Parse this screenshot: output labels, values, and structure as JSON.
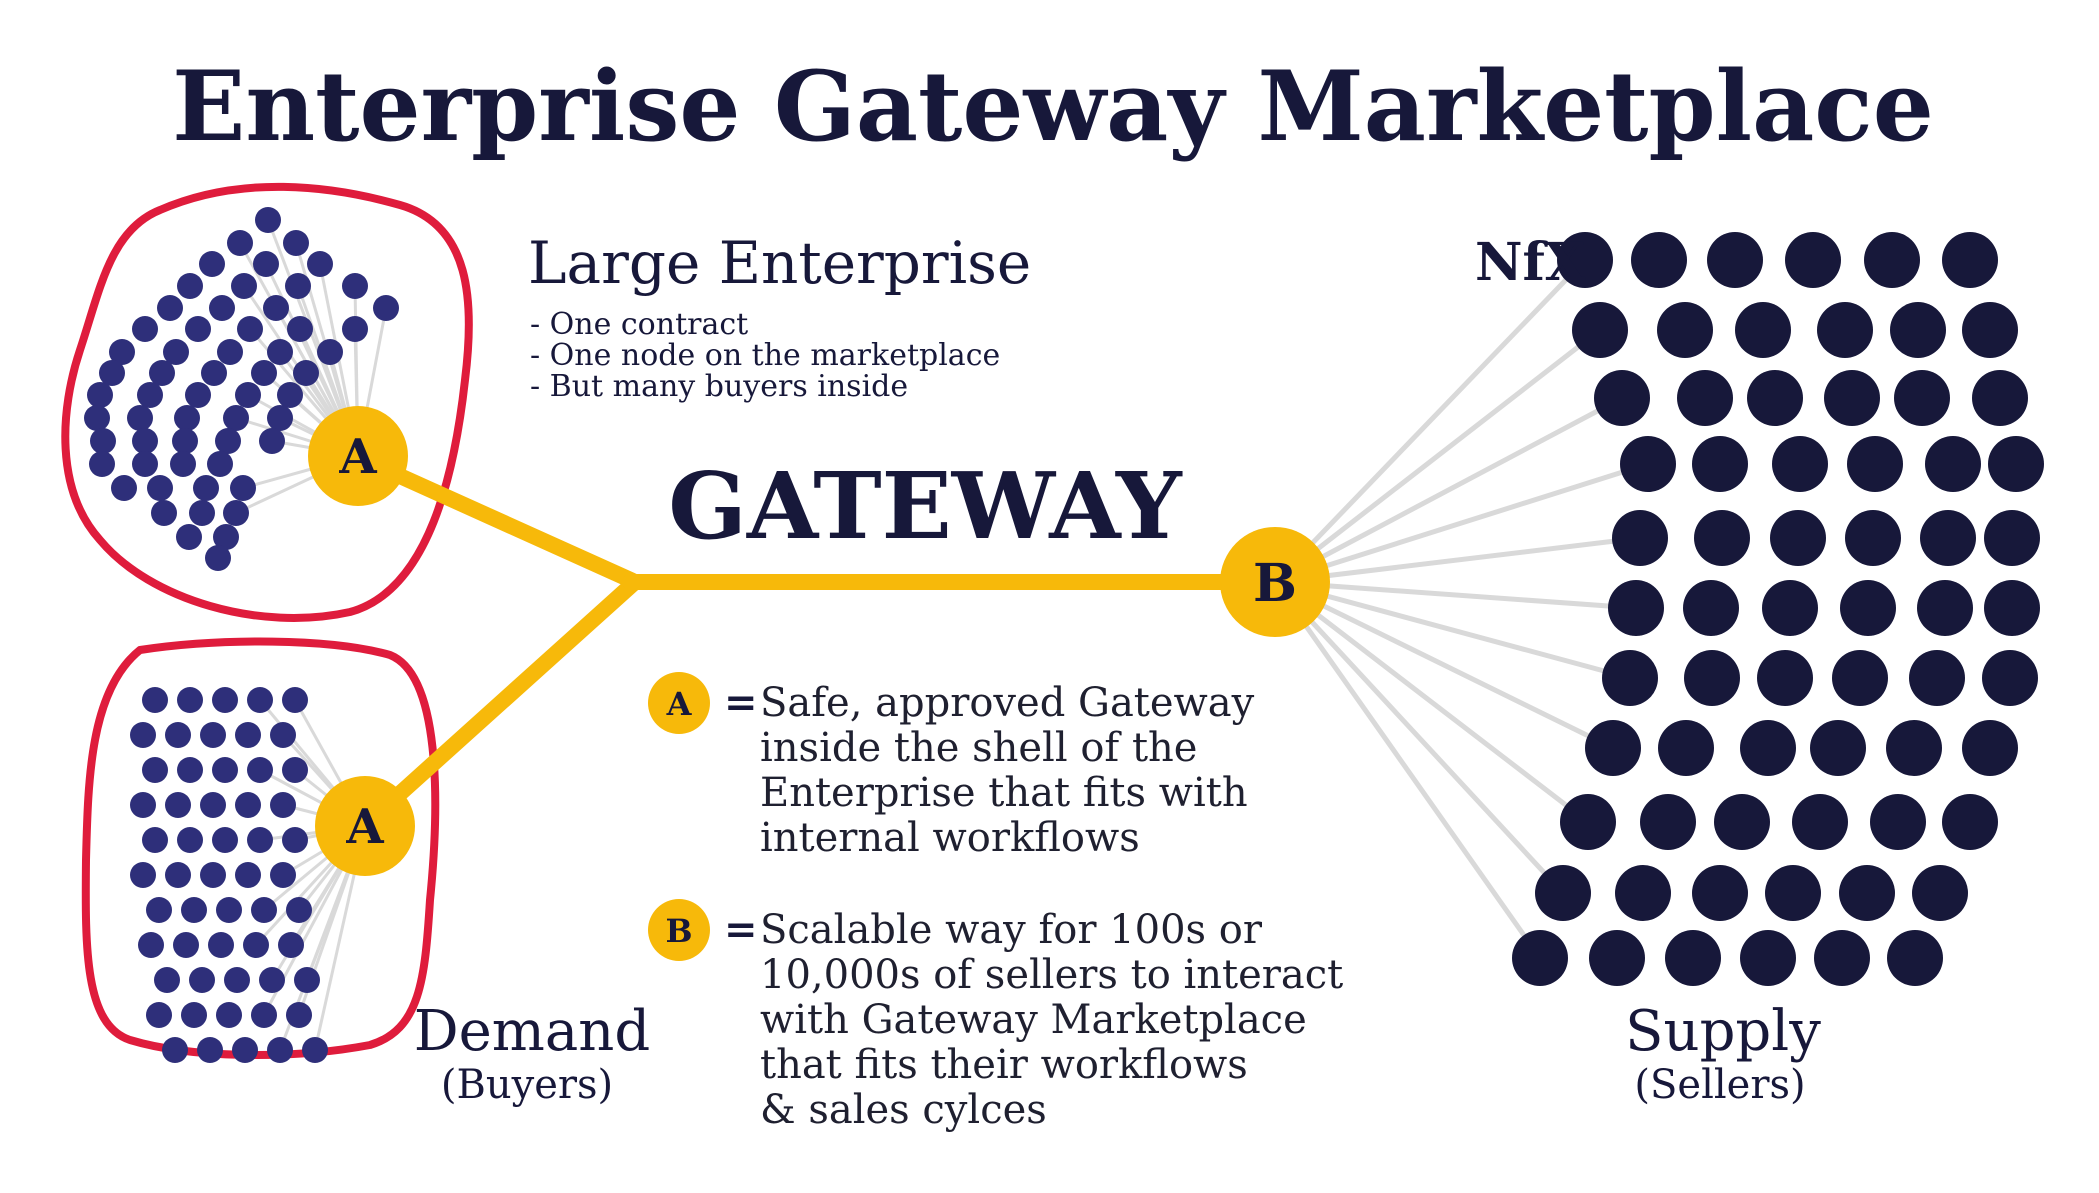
{
  "title": "Enterprise Gateway Marketplace",
  "brand_logo": "NfX",
  "enterprise": {
    "heading": "Large Enterprise",
    "bullets": [
      "- One contract",
      "- One node on the marketplace",
      "- But many buyers inside"
    ]
  },
  "gateway_label": "GATEWAY",
  "nodes": {
    "a_label": "A",
    "b_label": "B"
  },
  "legend": {
    "a": {
      "badge": "A",
      "equals": "=",
      "lines": [
        "Safe, approved Gateway",
        "inside the shell of the",
        "Enterprise that fits with",
        "internal workflows"
      ]
    },
    "b": {
      "badge": "B",
      "equals": "=",
      "lines": [
        "Scalable way for 100s or",
        "10,000s of sellers to interact",
        "with Gateway Marketplace",
        "that fits their workflows",
        "& sales cylces"
      ]
    }
  },
  "demand": {
    "label": "Demand",
    "sublabel": "(Buyers)"
  },
  "supply": {
    "label": "Supply",
    "sublabel": "(Sellers)"
  },
  "colors": {
    "gold": "#f7b90a",
    "navy": "#17183a",
    "buyer_dot": "#2e2f7a",
    "enterprise_border": "#df1c3c",
    "spoke": "#d9d9d9"
  }
}
